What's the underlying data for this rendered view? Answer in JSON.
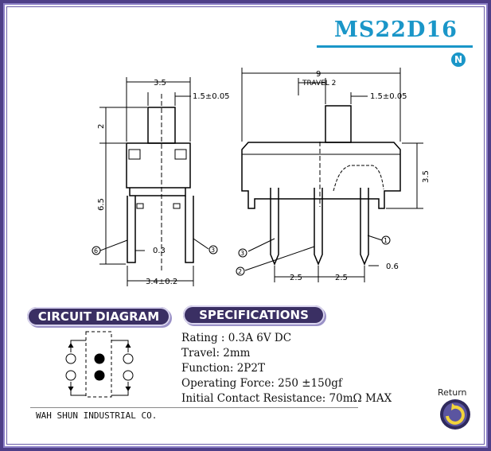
{
  "page": {
    "title": "MS22D16",
    "badge": "N",
    "footer": "WAH SHUN INDUSTRIAL CO.",
    "return_label": "Return"
  },
  "sections": {
    "circuit": "CIRCUIT DIAGRAM",
    "specs": "SPECIFICATIONS"
  },
  "specifications": [
    "Rating : 0.3A 6V DC",
    "Travel: 2mm",
    "Function: 2P2T",
    "Operating Force: 250 ±150gf",
    "Initial Contact Resistance: 70mΩ MAX"
  ],
  "dimensions": {
    "side": {
      "width_top": "3.5",
      "actuator_width": "1.5±0.05",
      "actuator_height": "2",
      "body_height": "6.5",
      "pin_width": "0.3",
      "pin_spacing": "3.4±0.2",
      "pin_left_id": "6",
      "pin_right_id": "3"
    },
    "front": {
      "overall_width": "9",
      "travel": "TRAVEL 2",
      "actuator_width": "1.5±0.05",
      "height_right": "3.5",
      "pitch_left": "2.5",
      "pitch_right": "2.5",
      "pin_width": "0.6",
      "pin_ids": [
        "1",
        "2",
        "3"
      ]
    }
  },
  "colors": {
    "frame": "#4e3f88",
    "title": "#1a96c8",
    "pill": "#3a2f63"
  }
}
